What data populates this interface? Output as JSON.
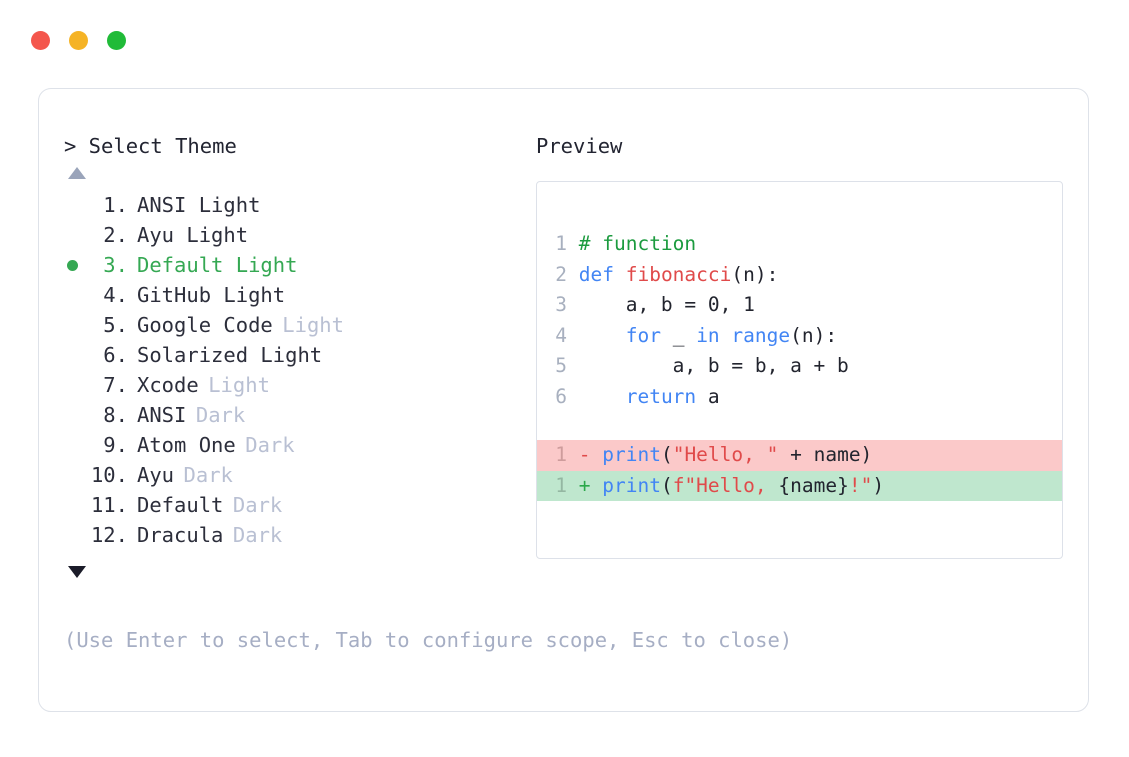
{
  "window": {
    "dots": [
      {
        "name": "close",
        "color": "#F4564C"
      },
      {
        "name": "minimize",
        "color": "#F5B325"
      },
      {
        "name": "maximize",
        "color": "#20BB38"
      }
    ]
  },
  "left_panel": {
    "heading": "> Select Theme",
    "scroll_up_icon": "triangle-up-icon",
    "scroll_down_icon": "triangle-down-icon",
    "selected_index": 3,
    "selected_bullet_color": "#35A853",
    "items": [
      {
        "index": " 1.",
        "name": "ANSI Light",
        "variant": "",
        "selected": false
      },
      {
        "index": " 2.",
        "name": "Ayu Light",
        "variant": "",
        "selected": false
      },
      {
        "index": " 3.",
        "name": "Default Light",
        "variant": "",
        "selected": true
      },
      {
        "index": " 4.",
        "name": "GitHub Light",
        "variant": "",
        "selected": false
      },
      {
        "index": " 5.",
        "name": "Google Code",
        "variant": "Light",
        "selected": false
      },
      {
        "index": " 6.",
        "name": "Solarized Light",
        "variant": "",
        "selected": false
      },
      {
        "index": " 7.",
        "name": "Xcode",
        "variant": "Light",
        "selected": false
      },
      {
        "index": " 8.",
        "name": "ANSI",
        "variant": "Dark",
        "selected": false
      },
      {
        "index": " 9.",
        "name": "Atom One",
        "variant": "Dark",
        "selected": false
      },
      {
        "index": "10.",
        "name": "Ayu",
        "variant": "Dark",
        "selected": false
      },
      {
        "index": "11.",
        "name": "Default",
        "variant": "Dark",
        "selected": false
      },
      {
        "index": "12.",
        "name": "Dracula",
        "variant": "Dark",
        "selected": false
      }
    ]
  },
  "right_panel": {
    "heading": "Preview",
    "code": {
      "lines": [
        {
          "num": "1",
          "tokens": [
            {
              "t": "# function",
              "c": "comment"
            }
          ]
        },
        {
          "num": "2",
          "tokens": [
            {
              "t": "def ",
              "c": "keyword"
            },
            {
              "t": "fibonacci",
              "c": "func"
            },
            {
              "t": "(n):",
              "c": "plain"
            }
          ]
        },
        {
          "num": "3",
          "tokens": [
            {
              "t": "    a, b = 0, 1",
              "c": "plain"
            }
          ]
        },
        {
          "num": "4",
          "tokens": [
            {
              "t": "    ",
              "c": "plain"
            },
            {
              "t": "for",
              "c": "keyword"
            },
            {
              "t": " _ ",
              "c": "plain"
            },
            {
              "t": "in range",
              "c": "keyword"
            },
            {
              "t": "(n):",
              "c": "plain"
            }
          ]
        },
        {
          "num": "5",
          "tokens": [
            {
              "t": "        a, b = b, a + b",
              "c": "plain"
            }
          ]
        },
        {
          "num": "6",
          "tokens": [
            {
              "t": "    ",
              "c": "plain"
            },
            {
              "t": "return",
              "c": "keyword"
            },
            {
              "t": " a",
              "c": "plain"
            }
          ]
        }
      ],
      "diff": [
        {
          "kind": "del",
          "num": "1",
          "marker": "-",
          "bg": "#FBC9C9",
          "tokens": [
            {
              "t": "print",
              "c": "keyword"
            },
            {
              "t": "(",
              "c": "plain"
            },
            {
              "t": "\"Hello, \"",
              "c": "string"
            },
            {
              "t": " + name)",
              "c": "plain"
            }
          ]
        },
        {
          "kind": "add",
          "num": "1",
          "marker": "+",
          "bg": "#BFE7CE",
          "tokens": [
            {
              "t": "print",
              "c": "keyword"
            },
            {
              "t": "(",
              "c": "plain"
            },
            {
              "t": "f\"Hello, ",
              "c": "string"
            },
            {
              "t": "{name}",
              "c": "plain"
            },
            {
              "t": "!\"",
              "c": "string"
            },
            {
              "t": ")",
              "c": "plain"
            }
          ]
        }
      ]
    }
  },
  "footer": {
    "hint": "(Use Enter to select, Tab to configure scope, Esc to close)"
  }
}
